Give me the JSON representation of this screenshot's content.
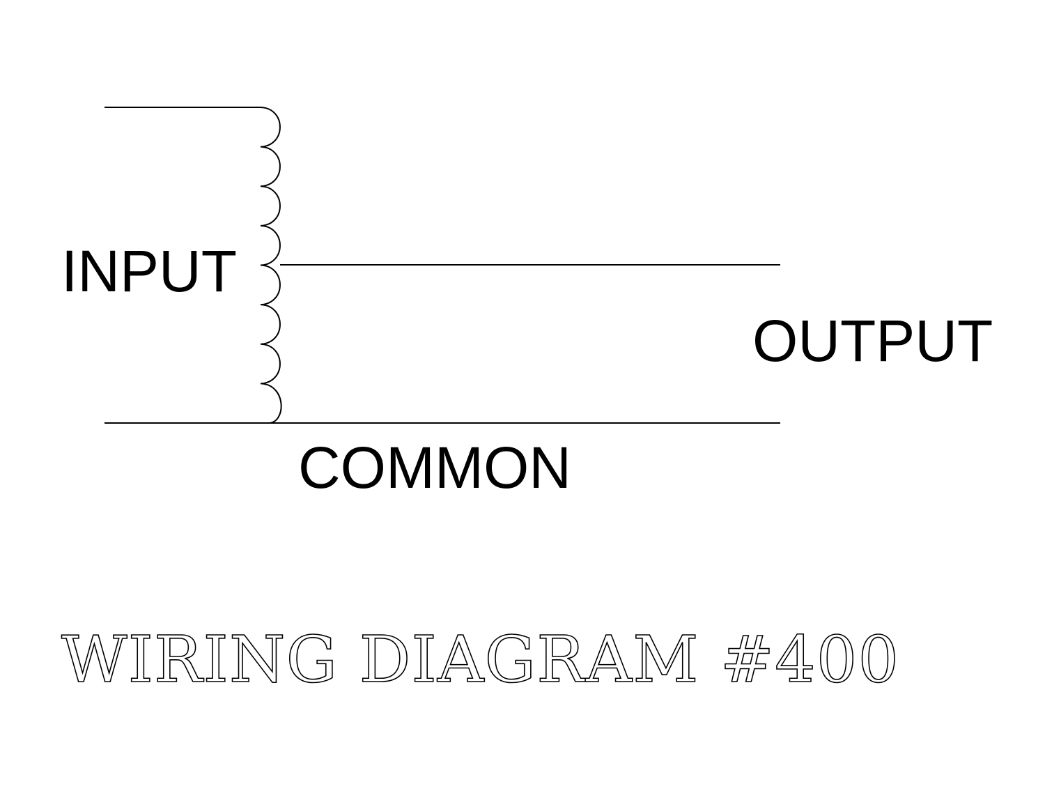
{
  "labels": {
    "input": "INPUT",
    "output": "OUTPUT",
    "common": "COMMON"
  },
  "title": "WIRING DIAGRAM #400",
  "coil": {
    "loops": 8
  }
}
